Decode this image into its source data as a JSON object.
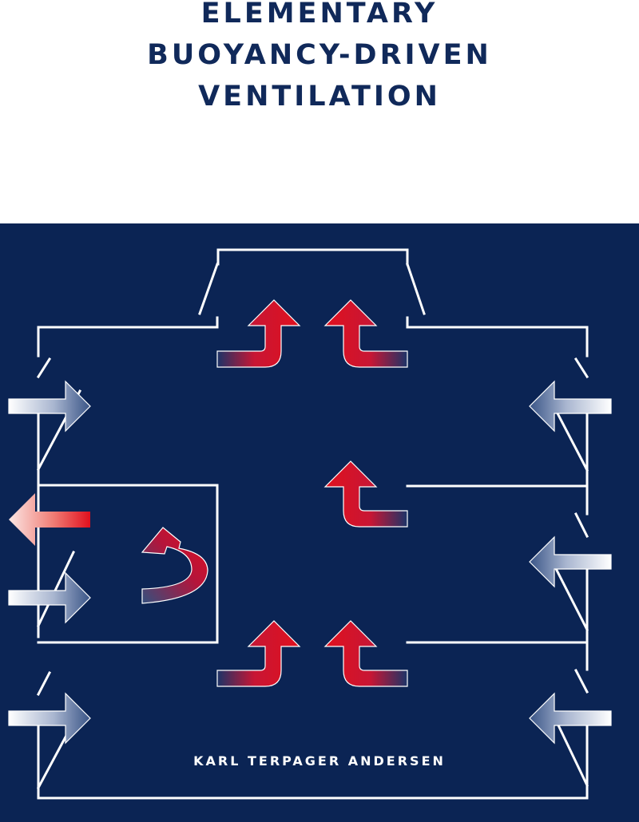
{
  "book": {
    "title_lines": [
      "ELEMENTARY",
      "BUOYANCY-DRIVEN",
      "VENTILATION"
    ],
    "author": "KARL TERPAGER ANDERSEN"
  },
  "colors": {
    "background_top": "#ffffff",
    "title_text": "#10295a",
    "cover_background": "#0b2454",
    "lines": "#ffffff",
    "warm_flow": "#e0101e",
    "fresh_air": "#ffffff"
  },
  "icons": [
    "fresh-air-inflow-arrow",
    "warm-air-upflow-arrow",
    "exhaust-air-outflow-arrow",
    "recirculation-arrow"
  ]
}
